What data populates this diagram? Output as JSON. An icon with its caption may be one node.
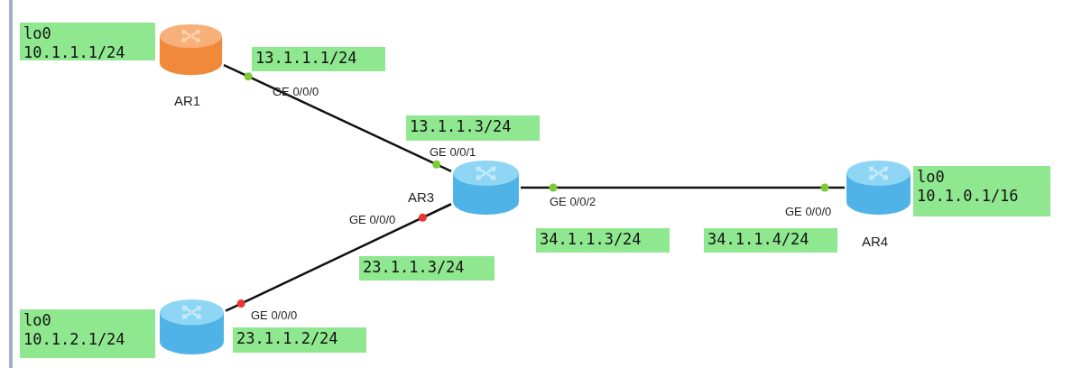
{
  "diagram": {
    "nodes": [
      {
        "text": [
          "lo0",
          "10.1.1.1/24"
        ]
      },
      {
        "text": [],
        "shape": "cylinder"
      },
      {
        "text": [
          "13.1.1.1/24"
        ]
      },
      {
        "text": [
          "13.1.1.3/24"
        ]
      },
      {
        "text": [],
        "shape": "cylinder"
      },
      {
        "text": [
          "lo0",
          "10.1.0.1/16"
        ]
      },
      {
        "text": [],
        "shape": "cylinder"
      },
      {
        "text": [
          "34.1.1.3/24"
        ]
      },
      {
        "text": [
          "34.1.1.4/24"
        ]
      },
      {
        "text": [
          "23.1.1.3/24"
        ]
      },
      {
        "text": [
          "lo0",
          "10.1.2.1/24"
        ]
      },
      {
        "text": [],
        "shape": "cylinder"
      },
      {
        "text": [
          "23.1.1.2/24"
        ]
      }
    ],
    "edges": [
      {
        "from": 1,
        "to": 4,
        "arrow": "none"
      },
      {
        "from": 4,
        "to": 6,
        "arrow": "none"
      },
      {
        "from": 4,
        "to": 11,
        "arrow": "none"
      }
    ],
    "labels": [
      "AR1",
      "GE 0/0/0",
      "GE 0/0/1",
      "AR3",
      "GE 0/0/0",
      "GE 0/0/2",
      "GE 0/0/0",
      "AR4",
      "GE 0/0/0"
    ]
  }
}
